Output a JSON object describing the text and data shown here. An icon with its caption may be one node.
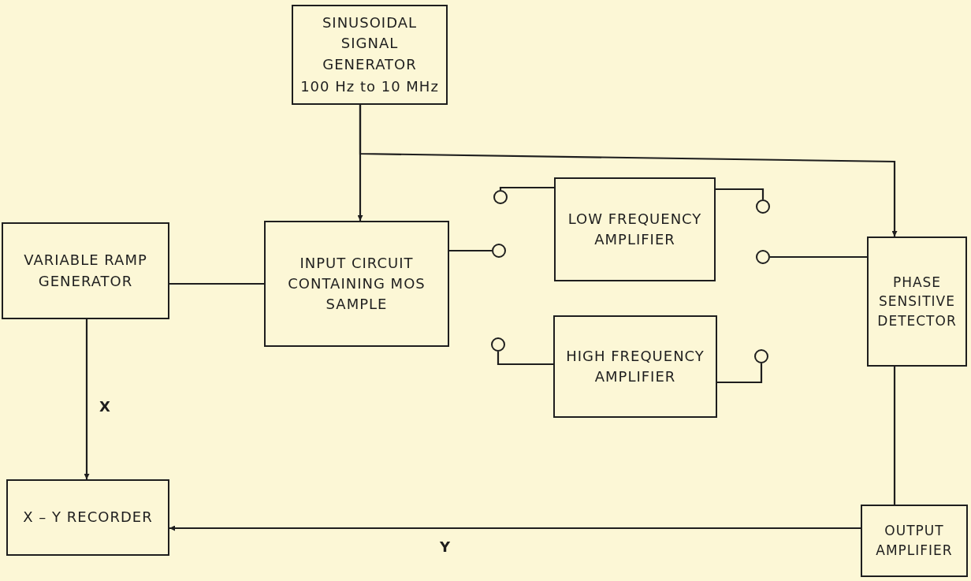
{
  "diagram": {
    "nodes": [
      {
        "text": [
          "SINUSOIDAL SIGNAL GENERATOR",
          "100 Hz to 10 MHz"
        ]
      },
      {
        "text": [
          "VARIABLE RAMP GENERATOR"
        ]
      },
      {
        "text": [
          "INPUT CIRCUIT CONTAINING MOS SAMPLE"
        ]
      },
      {
        "text": [
          "LOW FREQUENCY AMPLIFIER"
        ]
      },
      {
        "text": [
          "HIGH FREQUENCY AMPLIFIER"
        ]
      },
      {
        "text": [
          "PHASE SENSITIVE DETECTOR"
        ]
      },
      {
        "text": [
          "X – Y RECORDER"
        ]
      },
      {
        "text": [
          "OUTPUT AMPLIFIER"
        ]
      },
      {
        "text": [],
        "shape": "circle"
      },
      {
        "text": [],
        "shape": "circle"
      },
      {
        "text": [],
        "shape": "circle"
      },
      {
        "text": [],
        "shape": "circle"
      },
      {
        "text": [],
        "shape": "circle"
      },
      {
        "text": [],
        "shape": "circle"
      }
    ],
    "edges": [
      {
        "from": 0,
        "to": 2,
        "arrow": "to"
      },
      {
        "from": 0,
        "to": 5,
        "arrow": "to"
      },
      {
        "from": 1,
        "to": 2,
        "arrow": "none"
      },
      {
        "from": 2,
        "to": 9,
        "arrow": "none"
      },
      {
        "from": 8,
        "to": 3,
        "arrow": "none"
      },
      {
        "from": 10,
        "to": 4,
        "arrow": "none"
      },
      {
        "from": 3,
        "to": 11,
        "arrow": "none"
      },
      {
        "from": 4,
        "to": 13,
        "arrow": "none"
      },
      {
        "from": 12,
        "to": 5,
        "arrow": "none"
      },
      {
        "from": 1,
        "to": 6,
        "arrow": "to",
        "label": "X"
      },
      {
        "from": 7,
        "to": 6,
        "arrow": "to",
        "label": "Y"
      },
      {
        "from": 5,
        "to": 7,
        "arrow": "none"
      }
    ]
  }
}
